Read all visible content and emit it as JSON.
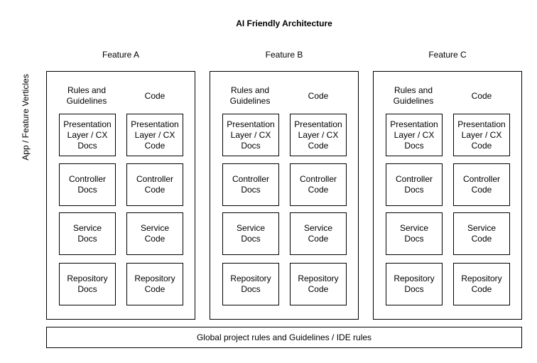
{
  "title": "AI Friendly Architecture",
  "vertical_label": "App / Feature Verticles",
  "features": [
    {
      "name": "Feature A",
      "col_headers": [
        "Rules and\nGuidelines",
        "Code"
      ],
      "docs": [
        "Presentation\nLayer / CX\nDocs",
        "Controller\nDocs",
        "Service\nDocs",
        "Repository\nDocs"
      ],
      "code": [
        "Presentation\nLayer / CX\nCode",
        "Controller\nCode",
        "Service\nCode",
        "Repository\nCode"
      ]
    },
    {
      "name": "Feature B",
      "col_headers": [
        "Rules and\nGuidelines",
        "Code"
      ],
      "docs": [
        "Presentation\nLayer / CX\nDocs",
        "Controller\nDocs",
        "Service\nDocs",
        "Repository\nDocs"
      ],
      "code": [
        "Presentation\nLayer / CX\nCode",
        "Controller\nCode",
        "Service\nCode",
        "Repository\nCode"
      ]
    },
    {
      "name": "Feature C",
      "col_headers": [
        "Rules and\nGuidelines",
        "Code"
      ],
      "docs": [
        "Presentation\nLayer / CX\nDocs",
        "Controller\nDocs",
        "Service\nDocs",
        "Repository\nDocs"
      ],
      "code": [
        "Presentation\nLayer / CX\nCode",
        "Controller\nCode",
        "Service\nCode",
        "Repository\nCode"
      ]
    }
  ],
  "footer": "Global project rules and Guidelines / IDE rules"
}
